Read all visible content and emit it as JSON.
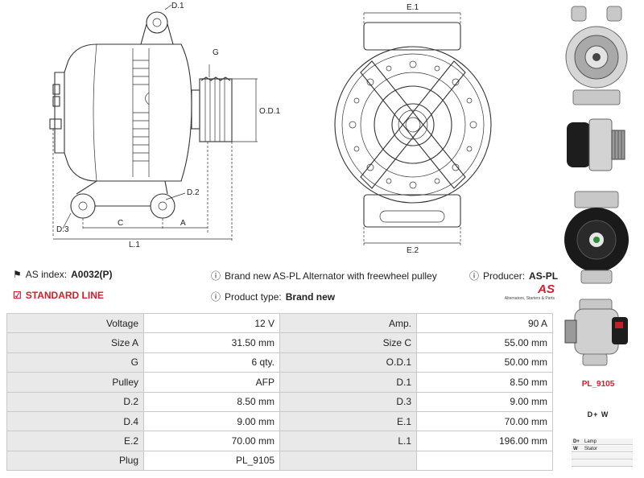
{
  "drawing": {
    "labels": {
      "d1": "D.1",
      "g": "G",
      "od1": "O.D.1",
      "d2": "D.2",
      "d3": "D.3",
      "c": "C",
      "a": "A",
      "l1": "L.1",
      "e1": "E.1",
      "e2": "E.2"
    }
  },
  "info": {
    "as_index_label": "AS index:",
    "as_index_value": "A0032(P)",
    "description": "Brand new AS-PL Alternator with freewheel pulley",
    "producer_label": "Producer:",
    "producer_value": "AS-PL",
    "line_label": "STANDARD LINE",
    "product_type_label": "Product type:",
    "product_type_value": "Brand new",
    "logo_text": "AS",
    "logo_tagline": "Alternators, Starters & Parts"
  },
  "specs": [
    [
      "Voltage",
      "12 V",
      "Amp.",
      "90 A"
    ],
    [
      "Size A",
      "31.50 mm",
      "Size C",
      "55.00 mm"
    ],
    [
      "G",
      "6 qty.",
      "O.D.1",
      "50.00 mm"
    ],
    [
      "Pulley",
      "AFP",
      "D.1",
      "8.50 mm"
    ],
    [
      "D.2",
      "8.50 mm",
      "D.3",
      "9.00 mm"
    ],
    [
      "D.4",
      "9.00 mm",
      "E.1",
      "70.00 mm"
    ],
    [
      "E.2",
      "70.00 mm",
      "L.1",
      "196.00 mm"
    ],
    [
      "Plug",
      "PL_9105",
      "",
      ""
    ]
  ],
  "side": {
    "plug_code": "PL_9105",
    "connectors": "D+   W",
    "legend": [
      [
        "D+",
        "Lamp"
      ],
      [
        "W",
        "Stator"
      ],
      [
        "",
        ""
      ],
      [
        "",
        ""
      ]
    ]
  },
  "colors": {
    "accent_red": "#d0202c",
    "table_key_bg": "#e9e9e9"
  }
}
